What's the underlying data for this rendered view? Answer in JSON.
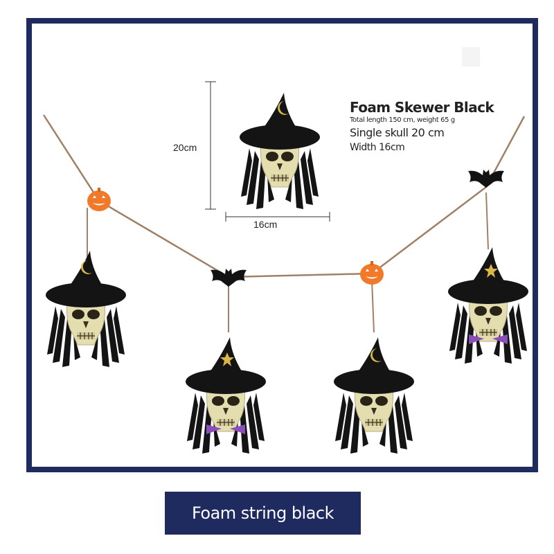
{
  "product": {
    "title": "Foam Skewer Black",
    "spec_total": "Total length 150 cm, weight 65 g",
    "spec_skull": "Single skull 20 cm",
    "spec_width": "Width 16cm"
  },
  "dimensions": {
    "height_label": "20cm",
    "width_label": "16cm"
  },
  "caption": "Foam string black",
  "colors": {
    "frame": "#1f2a5e",
    "caption_bg": "#1f2a5e",
    "caption_text": "#ffffff",
    "string": "#a08066",
    "pumpkin": "#f07a2a",
    "hat": "#111111",
    "skull": "#e4ddb0",
    "moon": "#d8b84a",
    "bow": "#8a4fb8"
  },
  "icons": [
    "witch-skull-icon",
    "pumpkin-icon",
    "bat-icon",
    "moon-icon",
    "star-icon"
  ]
}
